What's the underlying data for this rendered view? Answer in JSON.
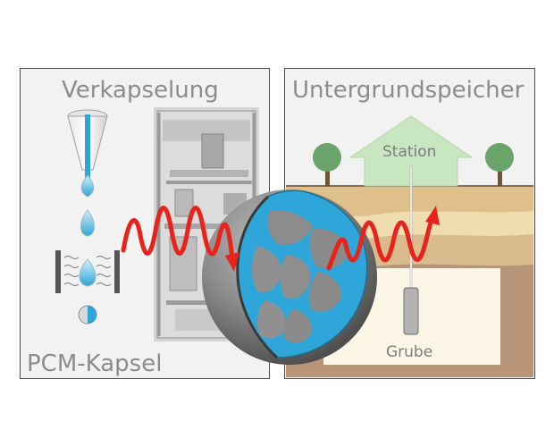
{
  "labels": {
    "encapsulation": "Verkapselung",
    "pcm_capsule": "PCM-Kapsel",
    "underground_storage": "Untergrundspeicher",
    "station": "Station",
    "pit": "Grube"
  },
  "colors": {
    "frame": "#4a4a4a",
    "panel_bg": "#f2f2f2",
    "label_text": "#8c8c8c",
    "heat_wave": "#e8231c",
    "pcm_blue": "#2ea6d9",
    "sphere_shell": "#7a7a7a",
    "house": "#c8e6bf",
    "tree": "#6aa46a",
    "sand": "#e6c99a",
    "earth": "#b89478",
    "pit_fill": "#fbf6e6"
  },
  "icons": {
    "heat_wave_left": "heat-wave-arrow-icon",
    "heat_wave_right": "heat-wave-arrow-icon",
    "tree": "tree-icon",
    "house": "house-icon",
    "probe": "probe-icon",
    "sphere": "pcm-sphere-icon"
  }
}
